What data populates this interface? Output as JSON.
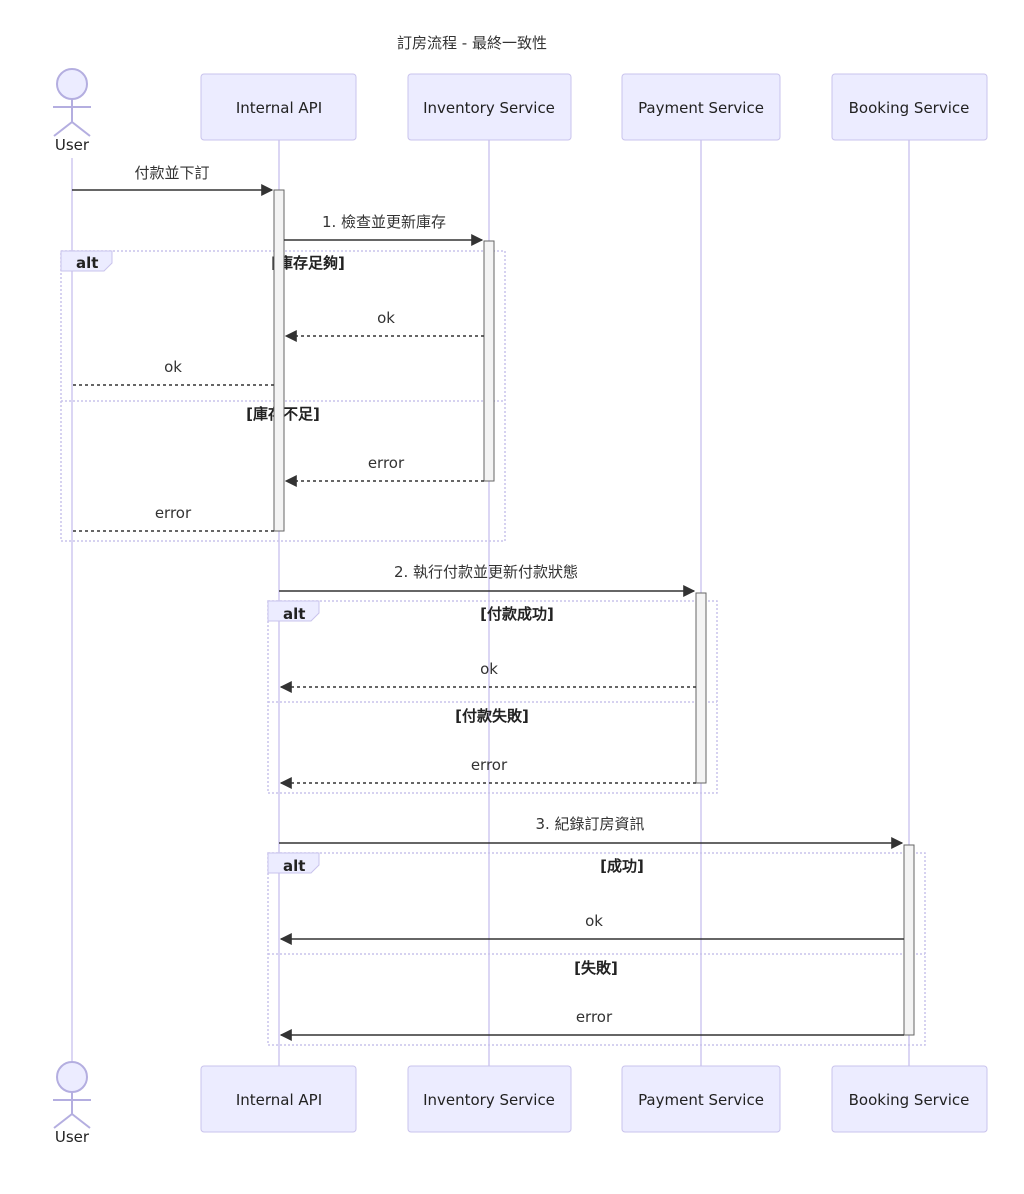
{
  "title": "訂房流程 - 最終一致性",
  "actors": {
    "user": "User",
    "internal_api": "Internal API",
    "inventory": "Inventory Service",
    "payment": "Payment Service",
    "booking": "Booking Service"
  },
  "messages": {
    "m1": "付款並下訂",
    "m2": "1. 檢查並更新庫存",
    "m3": "ok",
    "m4": "ok",
    "m5": "error",
    "m6": "error",
    "m7": "2. 執行付款並更新付款狀態",
    "m8": "ok",
    "m9": "error",
    "m10": "3. 紀錄訂房資訊",
    "m11": "ok",
    "m12": "error"
  },
  "frames": {
    "f1": {
      "keyword": "alt",
      "cond1": "[庫存足夠]",
      "cond2": "[庫存不足]"
    },
    "f2": {
      "keyword": "alt",
      "cond1": "[付款成功]",
      "cond2": "[付款失敗]"
    },
    "f3": {
      "keyword": "alt",
      "cond1": "[成功]",
      "cond2": "[失敗]"
    }
  }
}
